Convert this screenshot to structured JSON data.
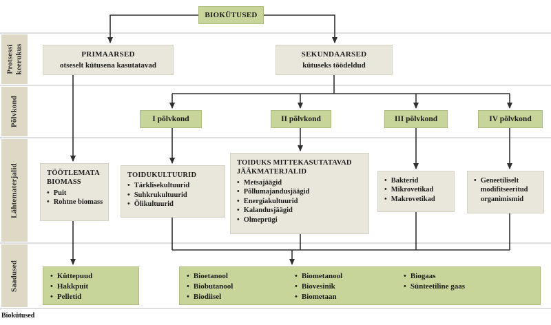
{
  "caption": "Biokütused",
  "colors": {
    "green": "#c7d59a",
    "beige": "#e9e7db",
    "sidebar": "#ddd9c5",
    "line": "#2f2f2f",
    "grid": "#bdbdbd"
  },
  "root": {
    "label": "BIOKÜTUSED"
  },
  "sidebar": {
    "items": [
      {
        "label": "Protsessi keerukus"
      },
      {
        "label": "Põlvkond"
      },
      {
        "label": "Lähtematerjalid"
      },
      {
        "label": "Saadused"
      }
    ]
  },
  "process": {
    "primary": {
      "title": "PRIMAARSED",
      "subtitle": "otseselt kütusena kasutatavad"
    },
    "secondary": {
      "title": "SEKUNDAARSED",
      "subtitle": "kütuseks töödeldud"
    }
  },
  "generations": {
    "items": [
      {
        "label": "I põlvkond"
      },
      {
        "label": "II põlvkond"
      },
      {
        "label": "III põlvkond"
      },
      {
        "label": "IV põlvkond"
      }
    ]
  },
  "materials": {
    "untreated": {
      "title": "TÖÖTLEMATA BIOMASS",
      "items": [
        "Puit",
        "Rohtne biomass"
      ]
    },
    "food_crops": {
      "title": "TOIDUKULTUURID",
      "items": [
        "Tärklisekultuurid",
        "Suhkrukultuurid",
        "Õlikultuurid"
      ]
    },
    "waste": {
      "title": "TOIDUKS MITTEKASUTATAVAD JÄÄKMATERJALID",
      "items": [
        "Metsajäägid",
        "Põllumajandusjäägid",
        "Energiakultuurid",
        "Kalandusjäägid",
        "Olmeprügi"
      ]
    },
    "microbes": {
      "items": [
        "Bakterid",
        "Mikrovetikad",
        "Makrovetikad"
      ]
    },
    "gmo": {
      "items": [
        "Geneetiliselt modifitseeritud organimismid"
      ]
    }
  },
  "products": {
    "solid": {
      "items": [
        "Küttepuud",
        "Hakkpuit",
        "Pelletid"
      ]
    },
    "col1": [
      "Bioetanool",
      "Biobutanool",
      "Biodiisel"
    ],
    "col2": [
      "Biometanool",
      "Biovesinik",
      "Biometaan"
    ],
    "col3": [
      "Biogaas",
      "Sünteetiline gaas"
    ]
  }
}
